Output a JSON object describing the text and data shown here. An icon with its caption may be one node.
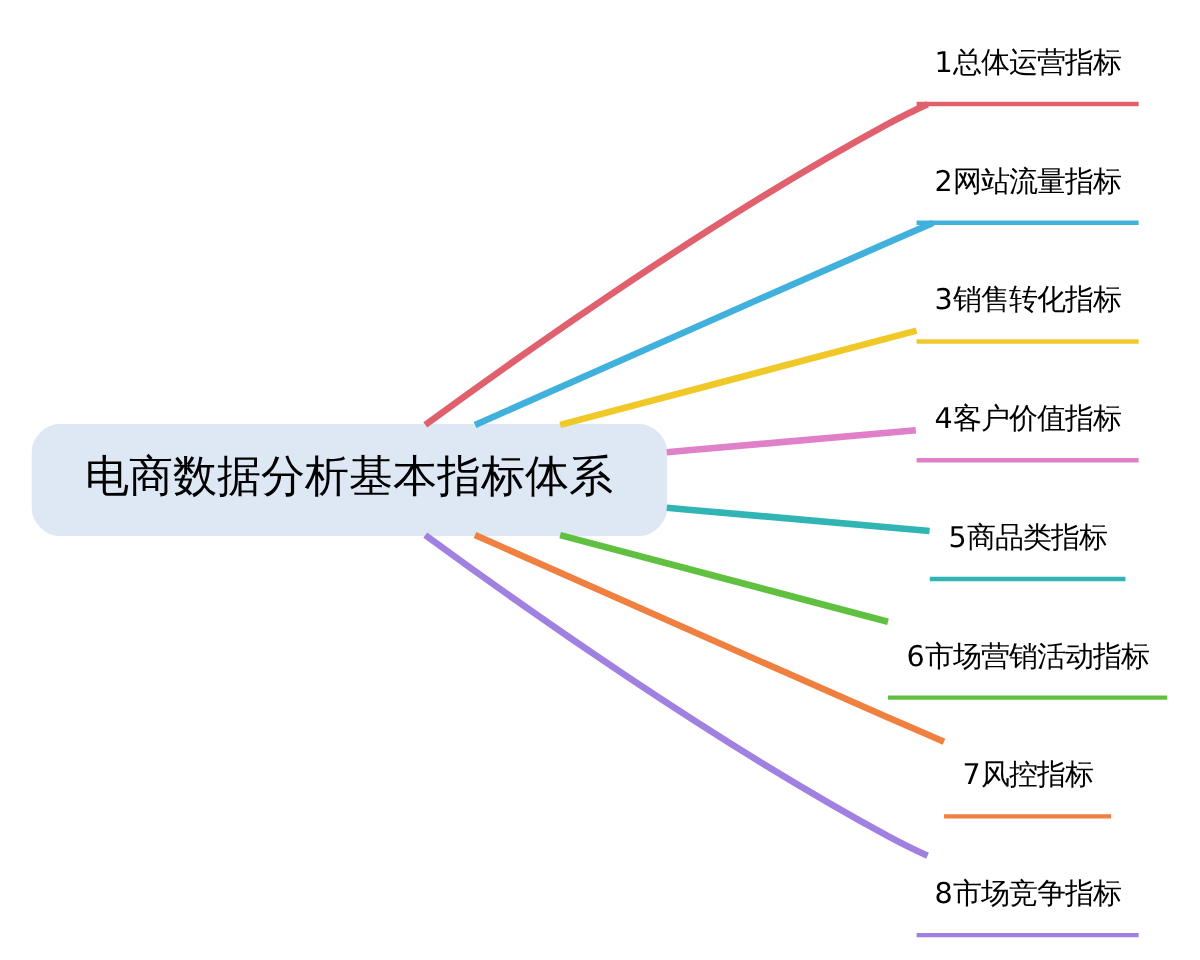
{
  "diagram": {
    "nodes": [
      {
        "text": [
          "电商数据分析基本指标体系"
        ]
      },
      {
        "text": [
          "1总体运营指标"
        ]
      },
      {
        "text": [
          "2网站流量指标"
        ]
      },
      {
        "text": [
          "3销售转化指标"
        ]
      },
      {
        "text": [
          "4客户价值指标"
        ]
      },
      {
        "text": [
          "5商品类指标"
        ]
      },
      {
        "text": [
          "6市场营销活动指标"
        ]
      },
      {
        "text": [
          "7风控指标"
        ]
      },
      {
        "text": [
          "8市场竞争指标"
        ]
      }
    ],
    "edges": [
      {
        "from": 0,
        "to": 1,
        "arrow": "none",
        "color": "#e0606e"
      },
      {
        "from": 0,
        "to": 2,
        "arrow": "none",
        "color": "#40b0dc"
      },
      {
        "from": 0,
        "to": 3,
        "arrow": "none",
        "color": "#f0c828"
      },
      {
        "from": 0,
        "to": 4,
        "arrow": "none",
        "color": "#e080c8"
      },
      {
        "from": 0,
        "to": 5,
        "arrow": "none",
        "color": "#30b4b4"
      },
      {
        "from": 0,
        "to": 6,
        "arrow": "none",
        "color": "#60c040"
      },
      {
        "from": 0,
        "to": 7,
        "arrow": "none",
        "color": "#f08040"
      },
      {
        "from": 0,
        "to": 8,
        "arrow": "none",
        "color": "#a080e0"
      }
    ]
  }
}
